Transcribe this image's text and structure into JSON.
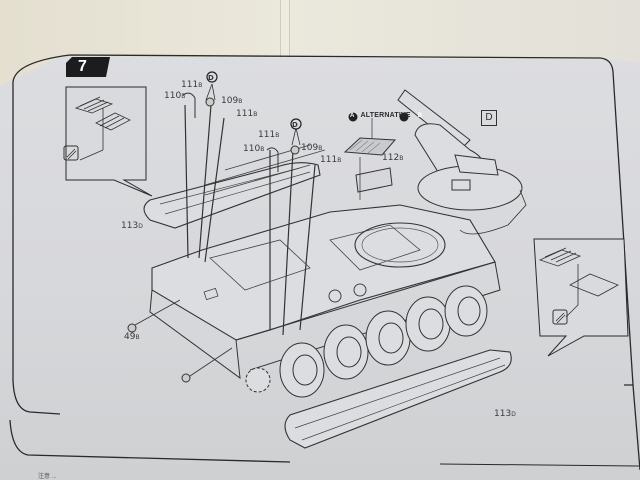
{
  "step": {
    "number": "7"
  },
  "alternative": {
    "prefix_circle": "A",
    "label": "ALTERNATIVE",
    "suffix_circle": "B"
  },
  "view_marker": "D",
  "part_labels": [
    {
      "id": "111b-top-left",
      "num": "111",
      "suffix": "B"
    },
    {
      "id": "110b-top-left",
      "num": "110",
      "suffix": "B"
    },
    {
      "id": "109b-top-left",
      "num": "109",
      "suffix": "B"
    },
    {
      "id": "111b-top-left-right",
      "num": "111",
      "suffix": "B"
    },
    {
      "id": "111b-mid",
      "num": "111",
      "suffix": "B"
    },
    {
      "id": "110b-mid",
      "num": "110",
      "suffix": "B"
    },
    {
      "id": "109b-mid",
      "num": "109",
      "suffix": "B"
    },
    {
      "id": "111b-mid-right",
      "num": "111",
      "suffix": "B"
    },
    {
      "id": "112b",
      "num": "112",
      "suffix": "B"
    },
    {
      "id": "113d-left",
      "num": "113",
      "suffix": "D"
    },
    {
      "id": "49b",
      "num": "49",
      "suffix": "B"
    },
    {
      "id": "113d-bottom",
      "num": "113",
      "suffix": "D"
    }
  ],
  "callout_markers": [
    "D",
    "D"
  ],
  "footer": "注意 ..."
}
